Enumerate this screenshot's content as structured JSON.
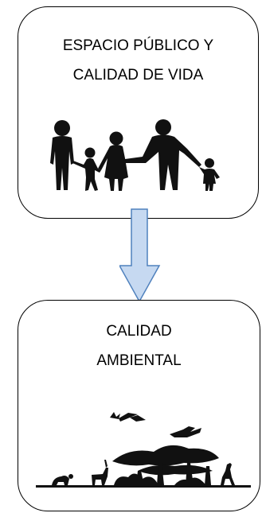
{
  "diagram": {
    "top_box": {
      "line1": "ESPACIO PÚBLICO Y",
      "line2": "CALIDAD DE VIDA",
      "illustration_icon": "family-silhouette-icon"
    },
    "bottom_box": {
      "line1": "CALIDAD",
      "line2": "AMBIENTAL",
      "illustration_icon": "savanna-wildlife-silhouette-icon"
    },
    "connector": {
      "icon": "down-arrow-icon",
      "fill_color": "#c6d9f1",
      "stroke_color": "#4f81bd"
    }
  }
}
